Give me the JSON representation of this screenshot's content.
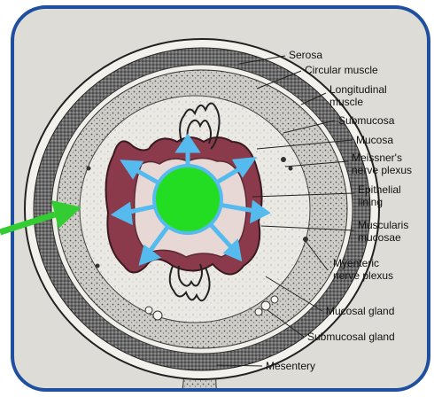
{
  "diagram": {
    "labels": [
      {
        "id": "serosa",
        "lines": [
          "Serosa"
        ]
      },
      {
        "id": "circular-muscle",
        "lines": [
          "Circular muscle"
        ]
      },
      {
        "id": "longitudinal-muscle",
        "lines": [
          "Longitudinal",
          "muscle"
        ]
      },
      {
        "id": "submucosa",
        "lines": [
          "Submucosa"
        ]
      },
      {
        "id": "mucosa",
        "lines": [
          "Mucosa"
        ]
      },
      {
        "id": "meissners-nerve-plexus",
        "lines": [
          "Meissner's",
          "nerve plexus"
        ]
      },
      {
        "id": "epithelial-lining",
        "lines": [
          "Epithelial",
          "lining"
        ]
      },
      {
        "id": "muscularis-mucosae",
        "lines": [
          "Muscularis",
          "mucosae"
        ]
      },
      {
        "id": "myenteric-nerve-plexus",
        "lines": [
          "Myenteric",
          "nerve plexus"
        ]
      },
      {
        "id": "mucosal-gland",
        "lines": [
          "Mucosal gland"
        ]
      },
      {
        "id": "submucosal-gland",
        "lines": [
          "Submucosal gland"
        ]
      },
      {
        "id": "mesentery",
        "lines": [
          "Mesentery"
        ]
      }
    ],
    "colors": {
      "frame_border": "#1f4fa0",
      "background_paper": "#dedcd6",
      "muscle_texture": "#4a4a4a",
      "submucosa": "#e8e6e0",
      "mucosa": "#8a3a4a",
      "lumen_marker": "#22dd22",
      "radial_arrows": "#55bbee",
      "pointer_arrow": "#33cc33"
    }
  }
}
